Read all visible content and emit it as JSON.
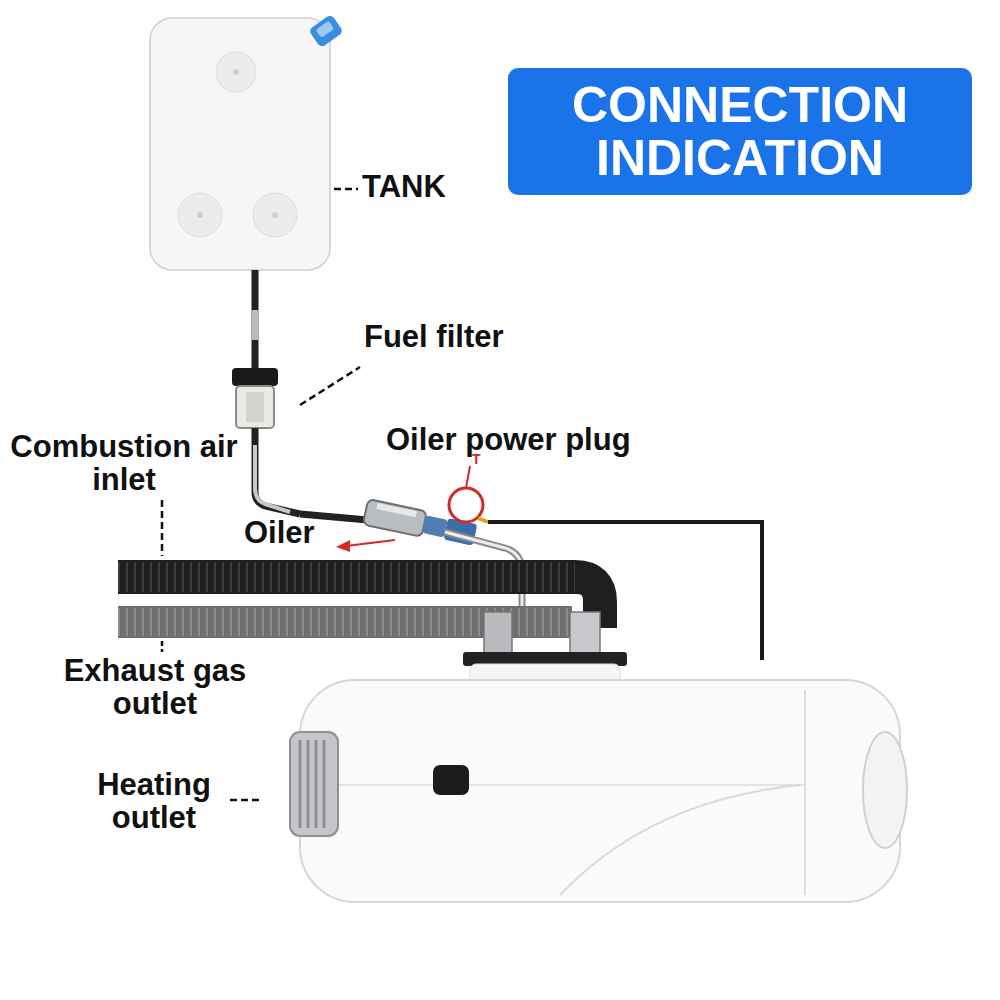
{
  "diagram": {
    "title": "CONNECTION INDICATION",
    "labels": [
      "TANK",
      "Fuel filter",
      "Combustion air inlet",
      "Oiler power plug",
      "T",
      "Oiler",
      "Exhaust gas outlet",
      "Heating outlet"
    ]
  }
}
